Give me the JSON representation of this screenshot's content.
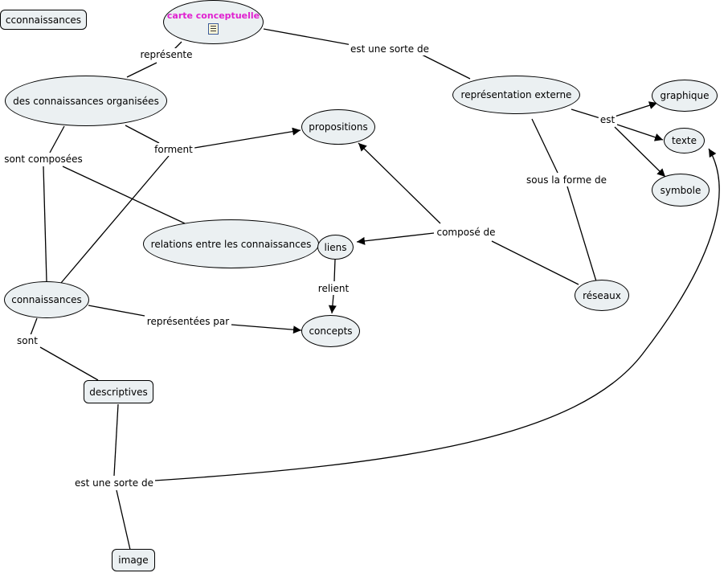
{
  "standalone_label": "cconnaissances",
  "nodes": {
    "carte": {
      "label": "carte conceptuelle",
      "icon": "document-icon"
    },
    "connorg": {
      "label": "des connaissances organisées"
    },
    "repext": {
      "label": "représentation externe"
    },
    "propositions": {
      "label": "propositions"
    },
    "graphique": {
      "label": "graphique"
    },
    "texte": {
      "label": "texte"
    },
    "symbole": {
      "label": "symbole"
    },
    "relations": {
      "label": "relations entre les connaissances"
    },
    "liens": {
      "label": "liens"
    },
    "reseaux": {
      "label": "réseaux"
    },
    "connaissances": {
      "label": "connaissances"
    },
    "concepts": {
      "label": "concepts"
    },
    "descriptives": {
      "label": "descriptives"
    },
    "image": {
      "label": "image"
    }
  },
  "links": {
    "represente": "représente",
    "sorte1": "est une sorte de",
    "est": "est",
    "sousforme": "sous la forme de",
    "forment": "forment",
    "composees": "sont composées",
    "compose": "composé de",
    "relient": "relient",
    "repPar": "représentées par",
    "sont": "sont",
    "sorte2": "est une sorte de"
  },
  "colors": {
    "node_fill": "#ebf0f2",
    "root_text": "#e020d0",
    "line": "#000000"
  }
}
